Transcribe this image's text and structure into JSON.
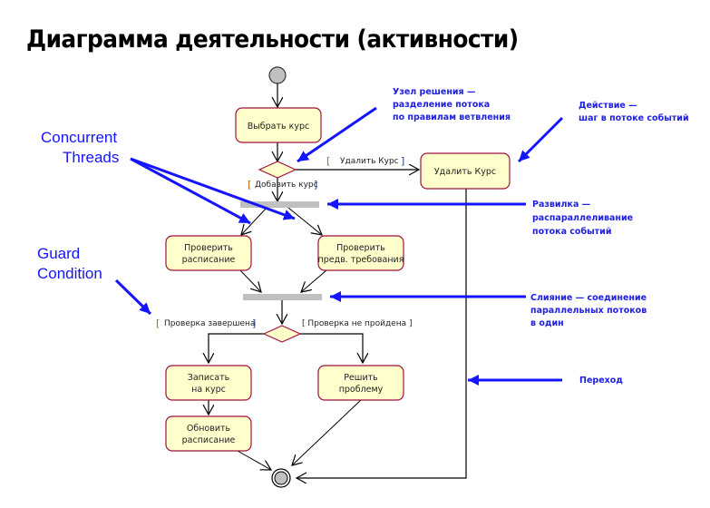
{
  "title": "Диаграмма деятельности (активности)",
  "colors": {
    "action_fill": "#ffffcc",
    "action_border": "#a01040",
    "bar_fill": "#c0c0c0",
    "annotation_blue": "#1414ff",
    "line": "#000000"
  },
  "nodes": {
    "select_course": [
      "Выбрать курс"
    ],
    "delete_course": [
      "Удалить Курс"
    ],
    "check_schedule": [
      "Проверить",
      "расписание"
    ],
    "check_prereq": [
      "Проверить",
      "предв. требования"
    ],
    "enroll": [
      "Записать",
      "на курс"
    ],
    "resolve": [
      "Решить",
      "проблему"
    ],
    "update_schedule": [
      "Обновить",
      "расписание"
    ]
  },
  "guards": {
    "delete": "Удалить Курс",
    "add": "Добавить курс",
    "check_done": "Проверка завершена",
    "check_failed": "Проверка не пройдена"
  },
  "annotations": {
    "decision": [
      "Узел решения —",
      "разделение потока",
      "по правилам ветвления"
    ],
    "action": [
      "Действие —",
      "шаг в потоке событий"
    ],
    "fork": [
      "Развилка —",
      "распараллеливание",
      "потока событий"
    ],
    "join": [
      "Слияние — соединение",
      "параллельных потоков",
      "в один"
    ],
    "transition": [
      "Переход"
    ],
    "concurrent": [
      "Concurrent",
      "Threads"
    ],
    "guard": [
      "Guard",
      "Condition"
    ]
  }
}
